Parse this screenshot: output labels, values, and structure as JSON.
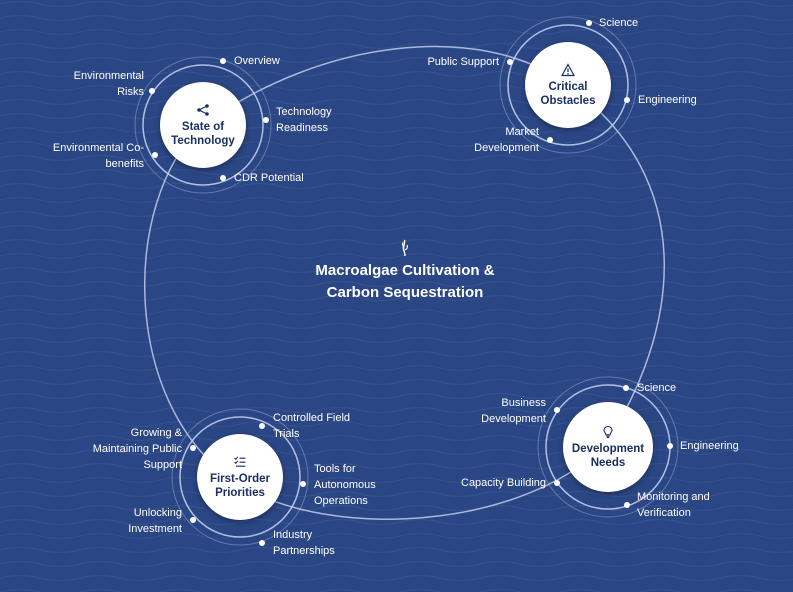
{
  "center": {
    "title": "Macroalgae Cultivation &\nCarbon Sequestration",
    "icon": "seaweed-icon"
  },
  "colors": {
    "background": "#2a4684",
    "accent": "#1a2f63",
    "ring": "#c9d6f2"
  },
  "hubs": {
    "state": {
      "title": "State of\nTechnology",
      "icon": "share-nodes-icon",
      "spokes": [
        "Overview",
        "Technology\nReadiness",
        "CDR Potential",
        "Environmental Co-\nbenefits",
        "Environmental\nRisks"
      ]
    },
    "obstacles": {
      "title": "Critical\nObstacles",
      "icon": "warning-triangle-icon",
      "spokes": [
        "Science",
        "Engineering",
        "Market\nDevelopment",
        "Public Support"
      ]
    },
    "needs": {
      "title": "Development\nNeeds",
      "icon": "lightbulb-icon",
      "spokes": [
        "Science",
        "Engineering",
        "Monitoring and\nVerification",
        "Capacity Building",
        "Business\nDevelopment"
      ]
    },
    "priorities": {
      "title": "First-Order\nPriorities",
      "icon": "checklist-icon",
      "spokes": [
        "Controlled Field\nTrials",
        "Tools for\nAutonomous\nOperations",
        "Industry\nPartnerships",
        "Unlocking\nInvestment",
        "Growing &\nMaintaining Public\nSupport"
      ]
    }
  }
}
